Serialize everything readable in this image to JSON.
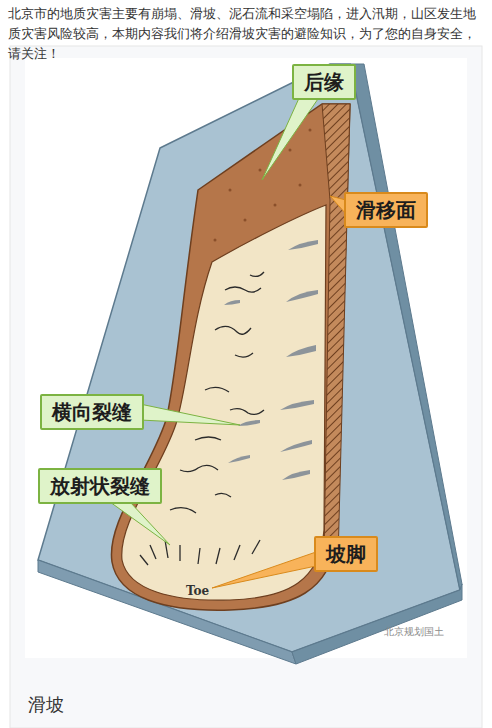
{
  "diagram": {
    "caption": "滑坡",
    "nodes": [
      {
        "text": [
          "后缘"
        ]
      },
      {
        "text": [
          "滑移面"
        ]
      },
      {
        "text": [
          "横向裂缝"
        ]
      },
      {
        "text": [
          "放射状裂缝"
        ]
      },
      {
        "text": [
          "坡脚"
        ]
      }
    ],
    "labels": [
      "北京市的地质灾害主要有崩塌、滑坡、泥石流和采空塌陷，进入汛期，山区发生地质灾害风险较高，本期内容我们将介绍滑坡灾害的避险知识，为了您的自身安全，请关注！",
      "Toe",
      "北京规划国土"
    ]
  }
}
